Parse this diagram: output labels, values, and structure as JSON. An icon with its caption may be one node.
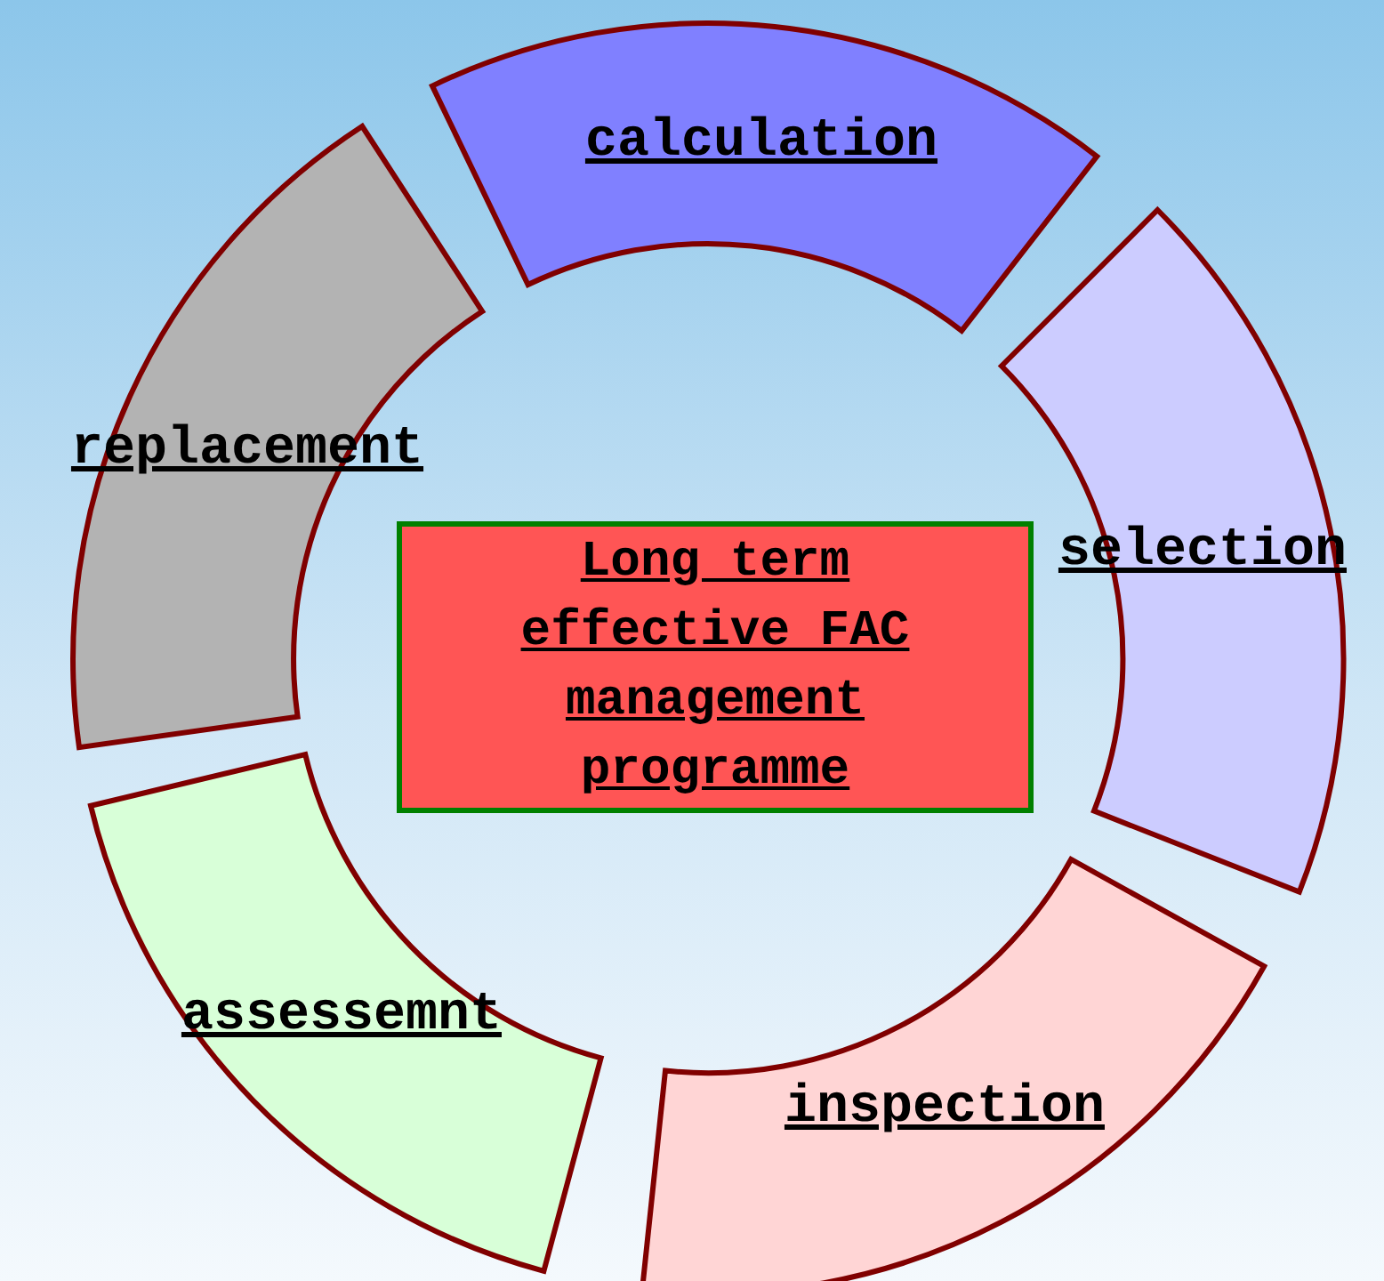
{
  "diagram": {
    "nodes": [
      {
        "text": [
          "Long term effective FAC management programme"
        ]
      },
      {
        "text": [
          "calculation"
        ]
      },
      {
        "text": [
          "selection"
        ]
      },
      {
        "text": [
          "inspection"
        ]
      },
      {
        "text": [
          "assessemnt"
        ]
      },
      {
        "text": [
          "replacement"
        ]
      }
    ]
  }
}
